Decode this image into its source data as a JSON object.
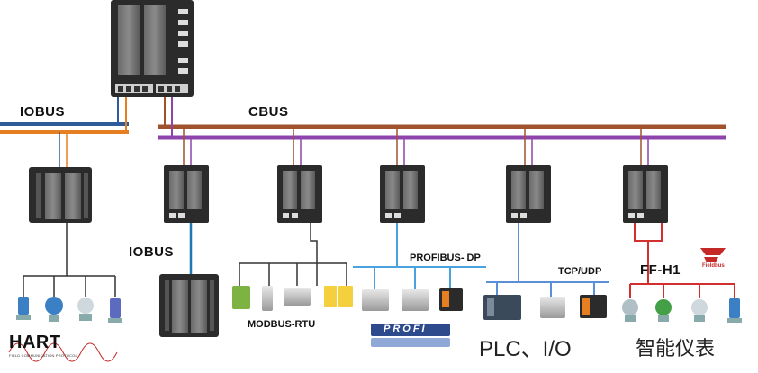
{
  "labels": {
    "iobus_top": "IOBUS",
    "cbus": "CBUS",
    "iobus_mid": "IOBUS",
    "modbus": "MODBUS-RTU",
    "profibus": "PROFIBUS- DP",
    "tcpudp": "TCP/UDP",
    "ffh1": "FF-H1",
    "plc_io": "PLC、I/O",
    "smart_instruments": "智能仪表"
  },
  "logos": {
    "hart": "HART",
    "hart_sub": "FIELD COMMUNICATION PROTOCOL",
    "profi": "PROFI",
    "fieldbus": "Fieldbus"
  },
  "colors": {
    "iobus_blue": "#2e5b9a",
    "iobus_orange": "#e67e22",
    "cbus_brown": "#a0522d",
    "cbus_purple": "#8e44ad",
    "modbus_line": "#333333",
    "profibus_line": "#4aa3df",
    "tcp_line": "#5b8fd6",
    "ff_line": "#d32f2f",
    "module_body": "#2b2b2b"
  }
}
